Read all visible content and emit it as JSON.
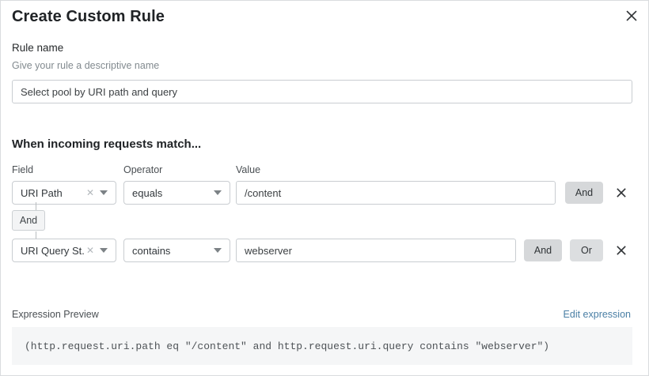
{
  "dialog": {
    "title": "Create Custom Rule",
    "close_icon": "close-icon"
  },
  "rule_name": {
    "label": "Rule name",
    "help": "Give your rule a descriptive name",
    "value": "Select pool by URI path and query",
    "placeholder": "Select pool by URI path and query"
  },
  "match_section": {
    "heading": "When incoming requests match...",
    "columns": {
      "field": "Field",
      "operator": "Operator",
      "value": "Value"
    },
    "connector": {
      "label": "And"
    },
    "rows": [
      {
        "field": "URI Path",
        "field_clear_icon": "clear-icon",
        "field_caret_icon": "chevron-down-icon",
        "operator": "equals",
        "operator_caret_icon": "chevron-down-icon",
        "value": "/content",
        "and_label": "And",
        "delete_icon": "close-icon"
      },
      {
        "field": "URI Query St...",
        "field_clear_icon": "clear-icon",
        "field_caret_icon": "chevron-down-icon",
        "operator": "contains",
        "operator_caret_icon": "chevron-down-icon",
        "value": "webserver",
        "and_label": "And",
        "or_label": "Or",
        "delete_icon": "close-icon"
      }
    ]
  },
  "expression_preview": {
    "label": "Expression Preview",
    "edit_link": "Edit expression",
    "code": "(http.request.uri.path eq \"/content\" and http.request.uri.query contains \"webserver\")"
  },
  "colors": {
    "link": "#4a7fa5",
    "button_gray": "#d6d8da",
    "border": "#c9cdd1",
    "code_bg": "#f5f6f7",
    "text": "#202326"
  }
}
